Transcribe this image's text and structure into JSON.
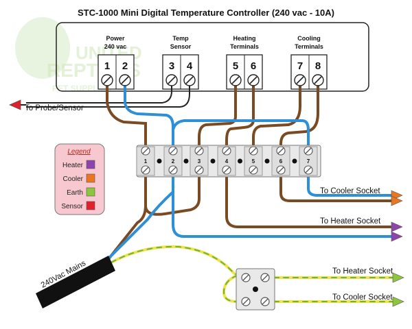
{
  "title": "STC-1000  Mini Digital Temperature Controller  (240 vac - 10A)",
  "headers": {
    "power_line1": "Power",
    "power_line2": "240 vac",
    "temp_line1": "Temp",
    "temp_line2": "Sensor",
    "heating_line1": "Heating",
    "heating_line2": "Terminals",
    "cooling_line1": "Cooling",
    "cooling_line2": "Terminals"
  },
  "controller_terminals": [
    "1",
    "2",
    "3",
    "4",
    "5",
    "6",
    "7",
    "8"
  ],
  "block_terminals": [
    "1",
    "2",
    "3",
    "4",
    "5",
    "6",
    "7"
  ],
  "labels": {
    "probe": "To Probe/Sensor",
    "cooler_socket_main": "To Cooler Socket",
    "heater_socket_main": "To Heater Socket",
    "mains": "240Vac Mains",
    "heater_socket_earth": "To Heater Socket",
    "cooler_socket_earth": "To Cooler Socket"
  },
  "legend": {
    "title": "Legend",
    "items": [
      {
        "label": "Heater",
        "color": "#8e44ad"
      },
      {
        "label": "Cooler",
        "color": "#e87722"
      },
      {
        "label": "Earth",
        "color": "#8cc63f"
      },
      {
        "label": "Sensor",
        "color": "#e0202a"
      }
    ]
  },
  "watermark": {
    "line1": "UNITED",
    "line2": "REPTILES",
    "line3": "PET SUPPLIES"
  },
  "colors": {
    "brown_wire": "#7a4a22",
    "blue_wire": "#2d8fd6",
    "earth_green": "#6cb33f",
    "earth_yellow": "#f2e24a",
    "heater_arrow": "#8e44ad",
    "cooler_arrow": "#e87722",
    "earth_arrow": "#8cc63f",
    "sensor_arrow": "#e0202a"
  }
}
